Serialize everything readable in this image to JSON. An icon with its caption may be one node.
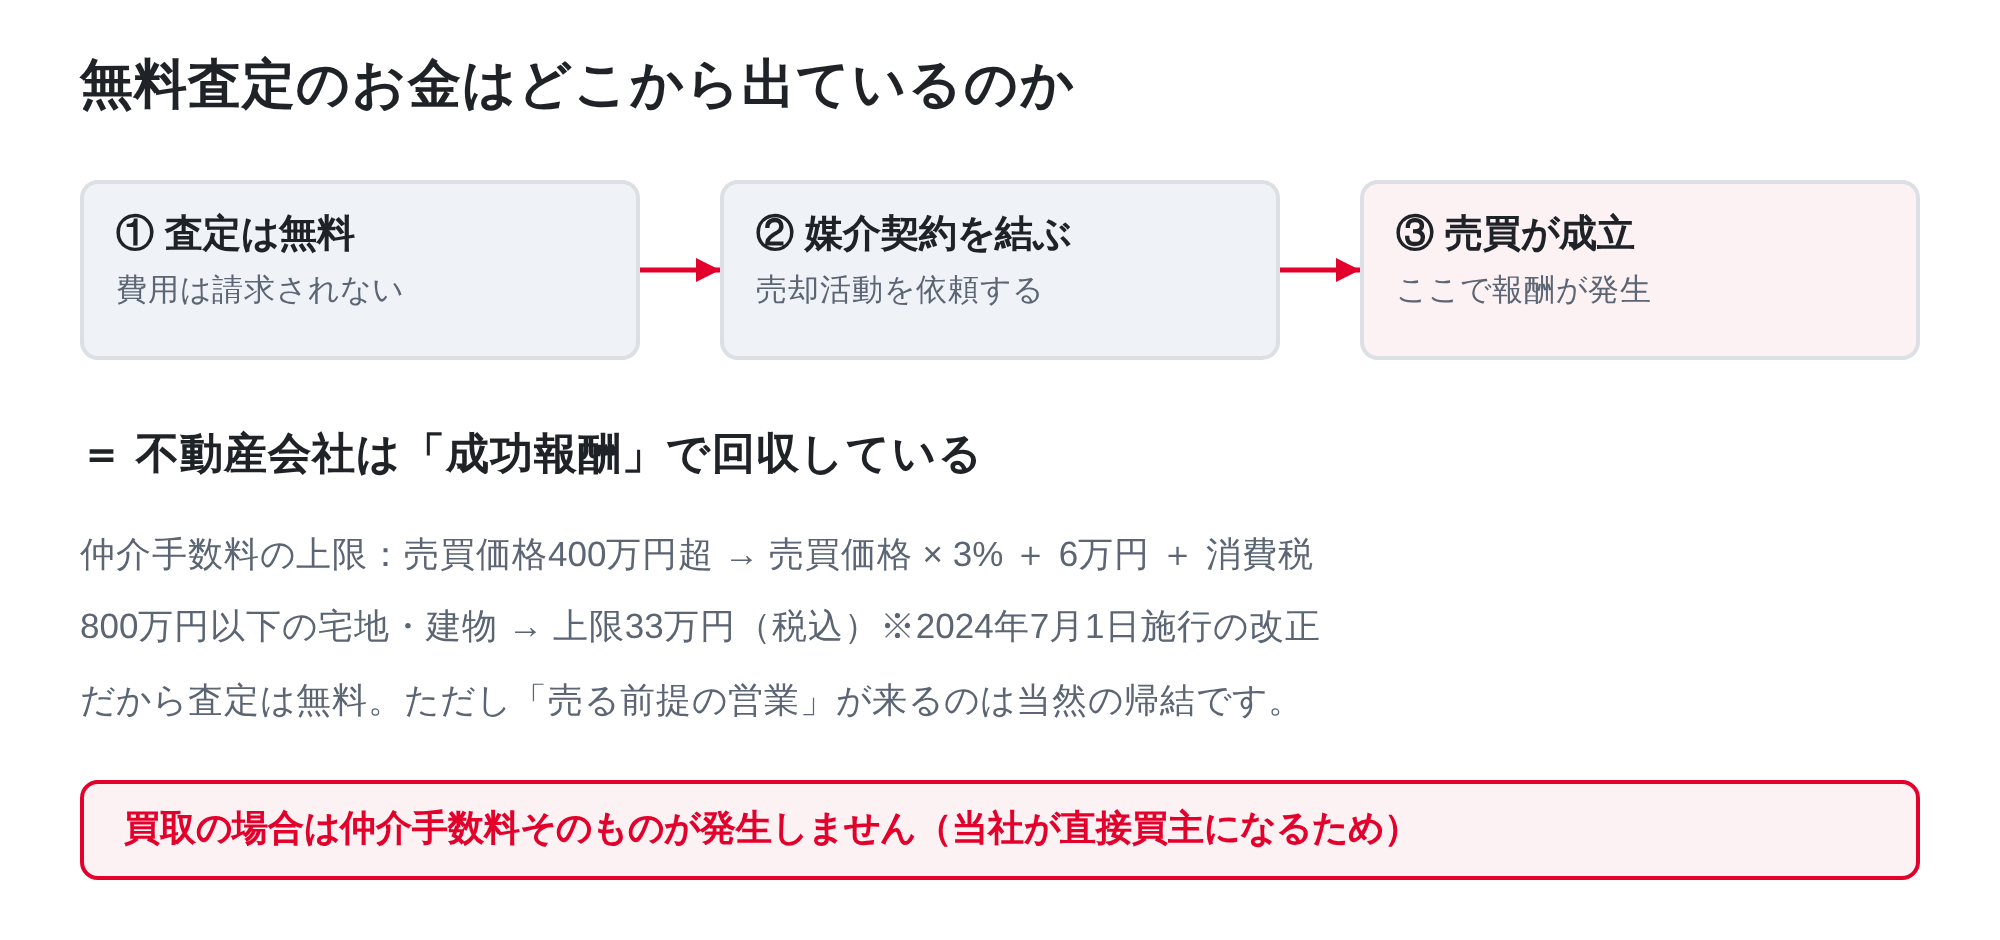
{
  "diagram": {
    "title": "無料査定のお金はどこから出ているのか",
    "nodes": [
      {
        "text": [
          "① 査定は無料",
          "費用は請求されない"
        ]
      },
      {
        "text": [
          "② 媒介契約を結ぶ",
          "売却活動を依頼する"
        ]
      },
      {
        "text": [
          "③ 売買が成立",
          "ここで報酬が発生"
        ]
      },
      {
        "text": [
          "買取の場合は仲介手数料そのものが発生しません（当社が直接買主になるため）"
        ]
      }
    ],
    "edges": [
      {
        "from": 0,
        "to": 1,
        "arrow": "to"
      },
      {
        "from": 1,
        "to": 2,
        "arrow": "to"
      }
    ],
    "labels": [
      "＝ 不動産会社は「成功報酬」で回収している",
      "仲介手数料の上限：売買価格400万円超 → 売買価格 × 3% ＋ 6万円 ＋ 消費税",
      "800万円以下の宅地・建物 → 上限33万円（税込）※2024年7月1日施行の改正",
      "だから査定は無料。ただし「売る前提の営業」が来るのは当然の帰結です。"
    ]
  }
}
